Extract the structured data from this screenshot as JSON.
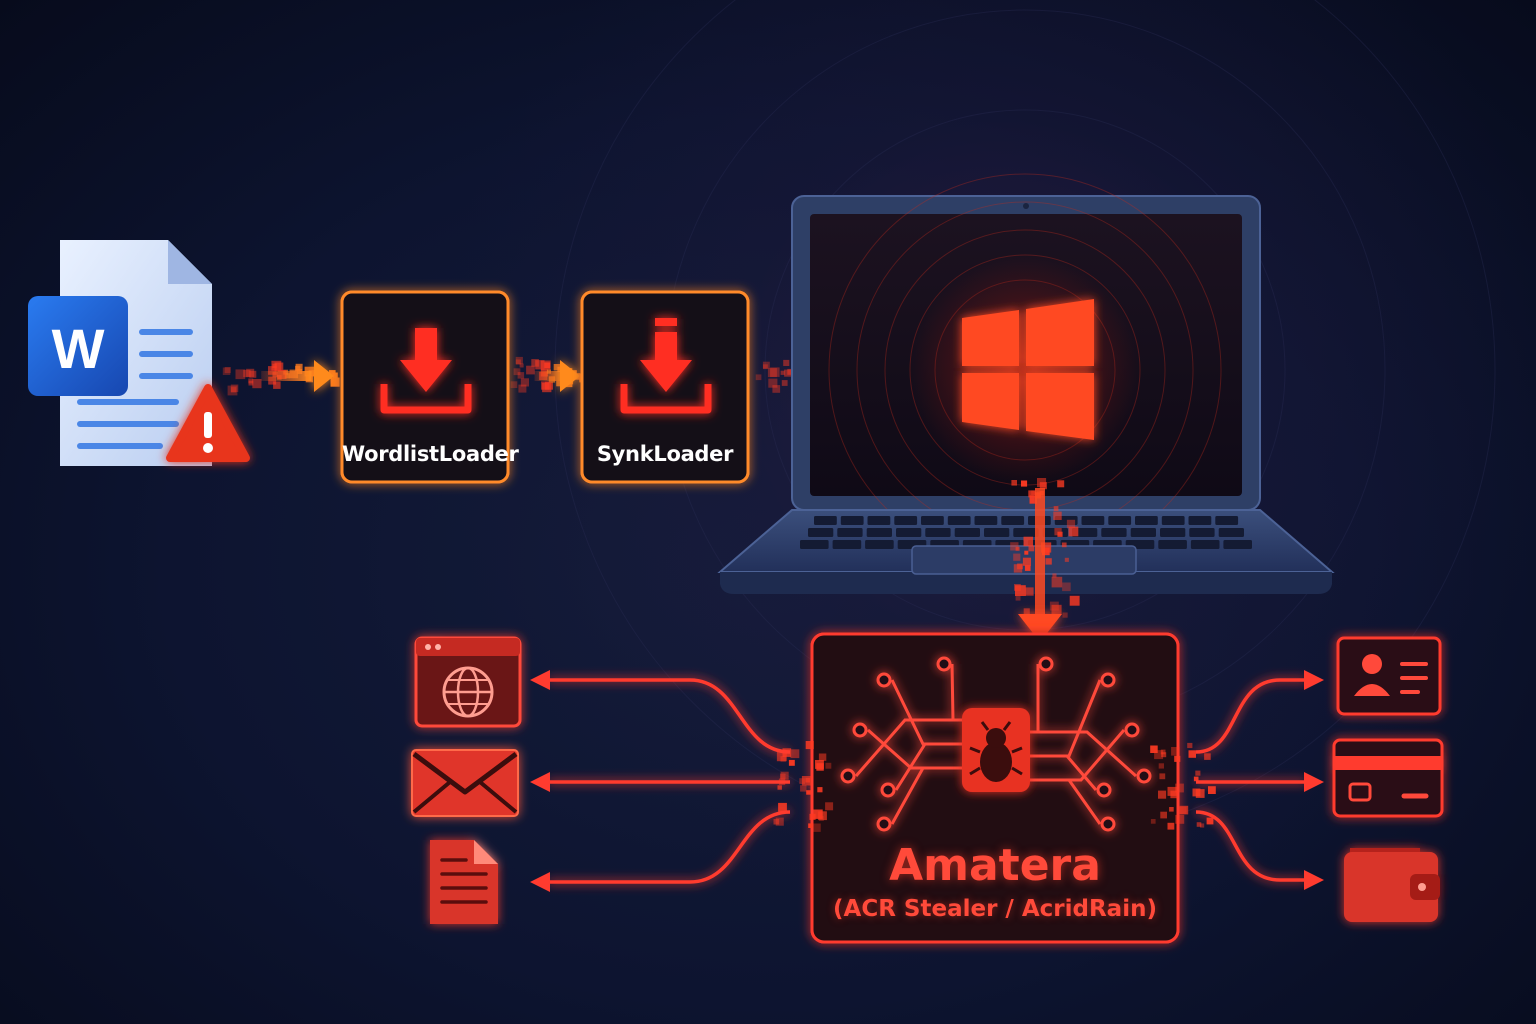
{
  "nodes": {
    "document": {
      "letter": "W",
      "icon": "word-document-icon",
      "badge": "warning-icon"
    },
    "loader1": {
      "label": "WordlistLoader",
      "icon": "download-icon"
    },
    "loader2": {
      "label": "SynkLoader",
      "icon": "download-icon"
    },
    "host": {
      "icon": "windows-logo-icon",
      "device": "laptop"
    },
    "stealer": {
      "title": "Amatera",
      "subtitle": "(ACR Stealer / AcridRain)",
      "icon": "malware-bug-icon"
    }
  },
  "targets_left": [
    "browser-globe-icon",
    "email-envelope-icon",
    "document-file-icon"
  ],
  "targets_right": [
    "identity-card-icon",
    "credit-card-icon",
    "wallet-icon"
  ],
  "colors": {
    "background": "#0c1226",
    "accent_orange": "#ff7a1a",
    "accent_red": "#ff3b2f",
    "word_blue": "#1f5fd1",
    "laptop": "#34466f"
  }
}
